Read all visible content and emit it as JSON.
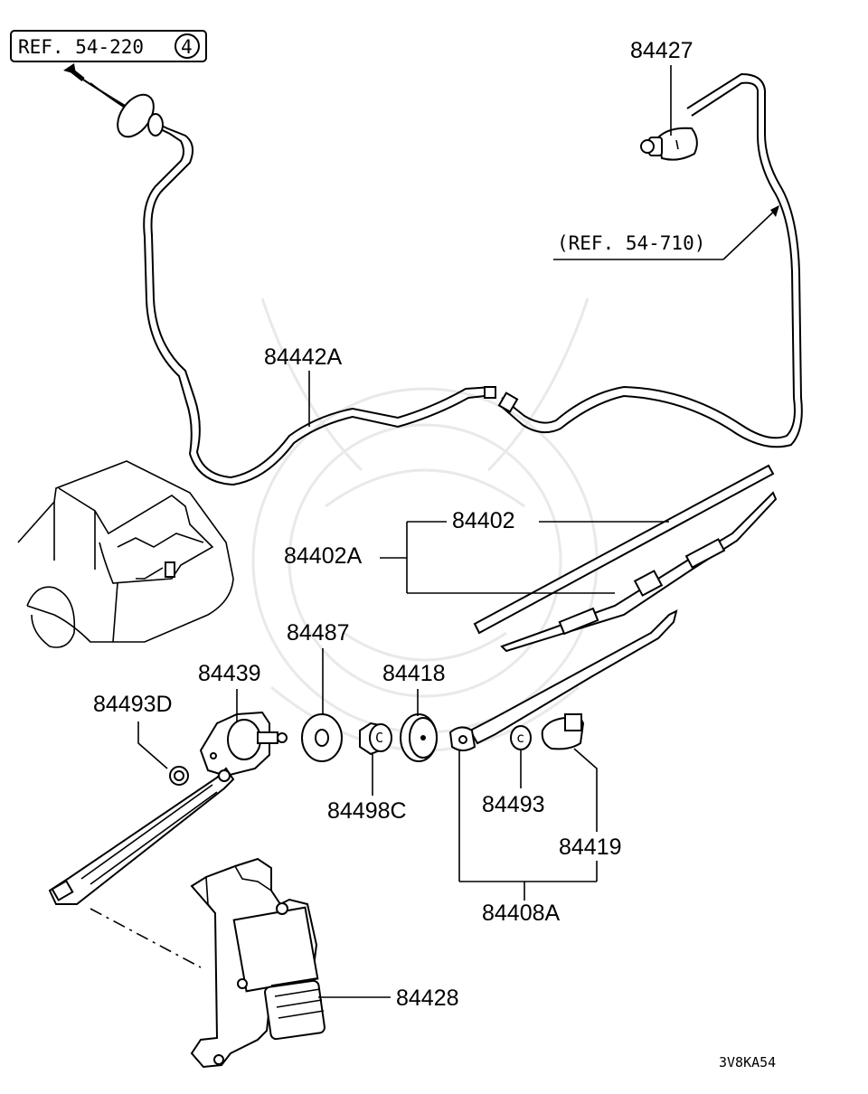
{
  "references": {
    "ref_top_left": "REF. 54-220",
    "ref_top_left_badge": "4",
    "ref_right": "(REF. 54-710)"
  },
  "part_labels": {
    "p84427": "84427",
    "p84442A": "84442A",
    "p84402": "84402",
    "p84402A": "84402A",
    "p84487": "84487",
    "p84439": "84439",
    "p84418": "84418",
    "p84493D": "84493D",
    "p84498C": "84498C",
    "p84493": "84493",
    "p84419": "84419",
    "p84408A": "84408A",
    "p84428": "84428"
  },
  "diagram_code": "3V8KA54"
}
